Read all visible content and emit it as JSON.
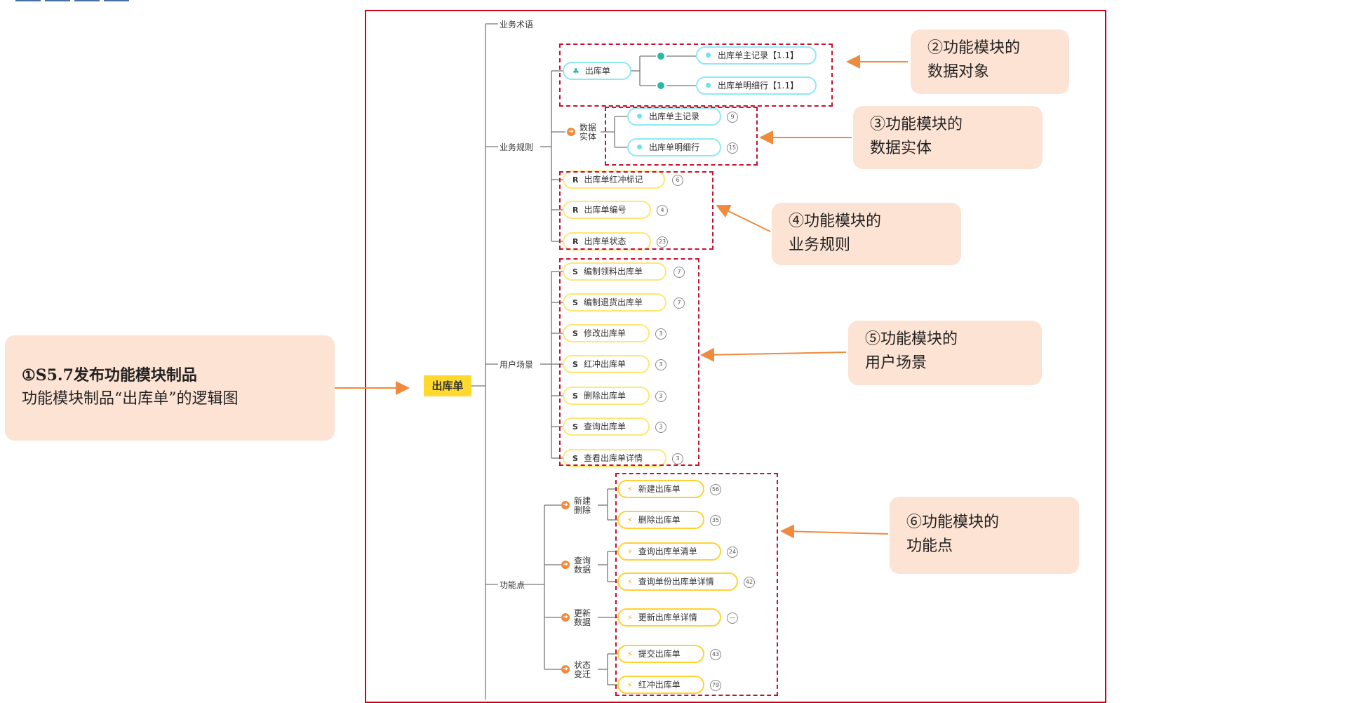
{
  "root": {
    "label": "出库单"
  },
  "branches": {
    "terms": "业务术语",
    "rules": "业务规则",
    "scenarios": "用户场景",
    "functions": "功能点"
  },
  "data_object": {
    "label": "出库单",
    "children": [
      {
        "label": "出库单主记录【1.1】"
      },
      {
        "label": "出库单明细行【1.1】"
      }
    ]
  },
  "data_entity": {
    "group_label_1": "数据",
    "group_label_2": "实体",
    "items": [
      {
        "label": "出库单主记录",
        "count": "9"
      },
      {
        "label": "出库单明细行",
        "count": "15"
      }
    ]
  },
  "rules": [
    {
      "icon": "R",
      "label": "出库单红冲标记",
      "count": "6"
    },
    {
      "icon": "R",
      "label": "出库单编号",
      "count": "4"
    },
    {
      "icon": "R",
      "label": "出库单状态",
      "count": "23"
    }
  ],
  "scenarios": [
    {
      "icon": "S",
      "label": "编制领料出库单",
      "count": "7"
    },
    {
      "icon": "S",
      "label": "编制退货出库单",
      "count": "7"
    },
    {
      "icon": "S",
      "label": "修改出库单",
      "count": "3"
    },
    {
      "icon": "S",
      "label": "红冲出库单",
      "count": "3"
    },
    {
      "icon": "S",
      "label": "删除出库单",
      "count": "3"
    },
    {
      "icon": "S",
      "label": "查询出库单",
      "count": "3"
    },
    {
      "icon": "S",
      "label": "查看出库单详情",
      "count": "3"
    }
  ],
  "function_groups": [
    {
      "line1": "新建",
      "line2": "删除"
    },
    {
      "line1": "查询",
      "line2": "数据"
    },
    {
      "line1": "更新",
      "line2": "数据"
    },
    {
      "line1": "状态",
      "line2": "变迁"
    }
  ],
  "functions": [
    {
      "icon": "⚡",
      "label": "新建出库单",
      "count": "56"
    },
    {
      "icon": "⚡",
      "label": "删除出库单",
      "count": "35"
    },
    {
      "icon": "⚡",
      "label": "查询出库单清单",
      "count": "24"
    },
    {
      "icon": "⚡",
      "label": "查询单份出库单详情",
      "count": "42"
    },
    {
      "icon": "⚡",
      "label": "更新出库单详情",
      "count": "—"
    },
    {
      "icon": "⚡",
      "label": "提交出库单",
      "count": "43"
    },
    {
      "icon": "⚡",
      "label": "红冲出库单",
      "count": "79"
    }
  ],
  "callouts": {
    "c1": {
      "line1": "①S5.7发布功能模块制品",
      "line2": "功能模块制品“出库单”的逻辑图"
    },
    "c2": {
      "line1": "②功能模块的",
      "line2": "数据对象"
    },
    "c3": {
      "line1": "③功能模块的",
      "line2": "数据实体"
    },
    "c4": {
      "line1": "④功能模块的",
      "line2": "业务规则"
    },
    "c5": {
      "line1": "⑤功能模块的",
      "line2": "用户场景"
    },
    "c6": {
      "line1": "⑥功能模块的",
      "line2": "功能点"
    }
  },
  "colors": {
    "frame": "#d0021b",
    "dashed_box": "#c8102e",
    "callout_bg": "#fde3d3",
    "arrow": "#f08a3c",
    "root_bg": "#ffd92e",
    "cyan_pill": "#8ee9f5",
    "yellow_pill": "#ffe775"
  }
}
